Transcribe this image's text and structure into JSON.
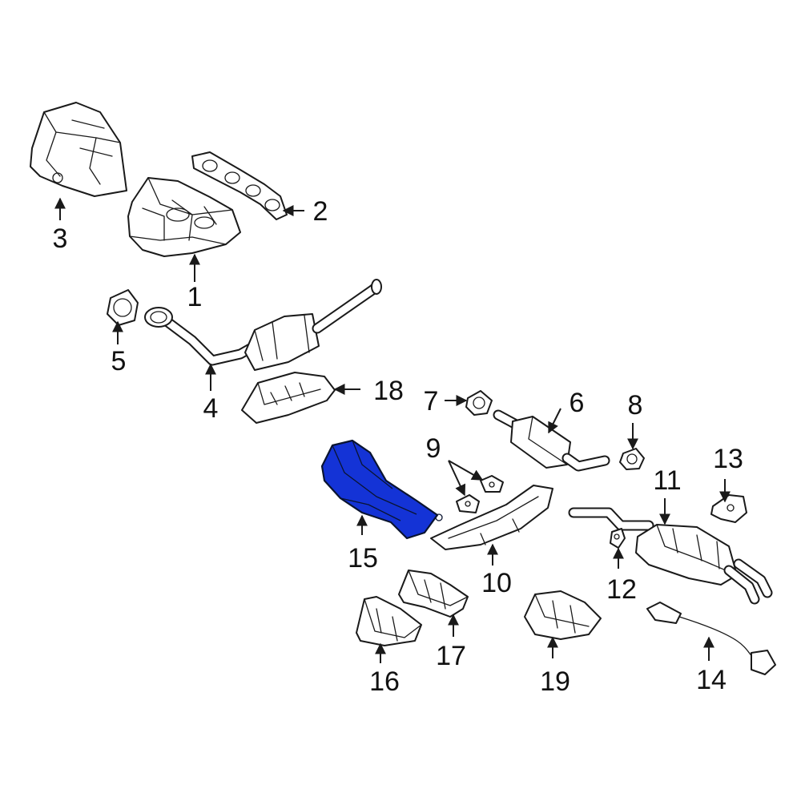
{
  "callouts": [
    "1",
    "2",
    "3",
    "4",
    "5",
    "6",
    "7",
    "8",
    "9",
    "10",
    "11",
    "12",
    "13",
    "14",
    "15",
    "16",
    "17",
    "18",
    "19"
  ],
  "colors": {
    "highlight": "#1433d6",
    "outline": "#1a1a1a",
    "background": "#ffffff"
  },
  "highlighted_part": "15"
}
